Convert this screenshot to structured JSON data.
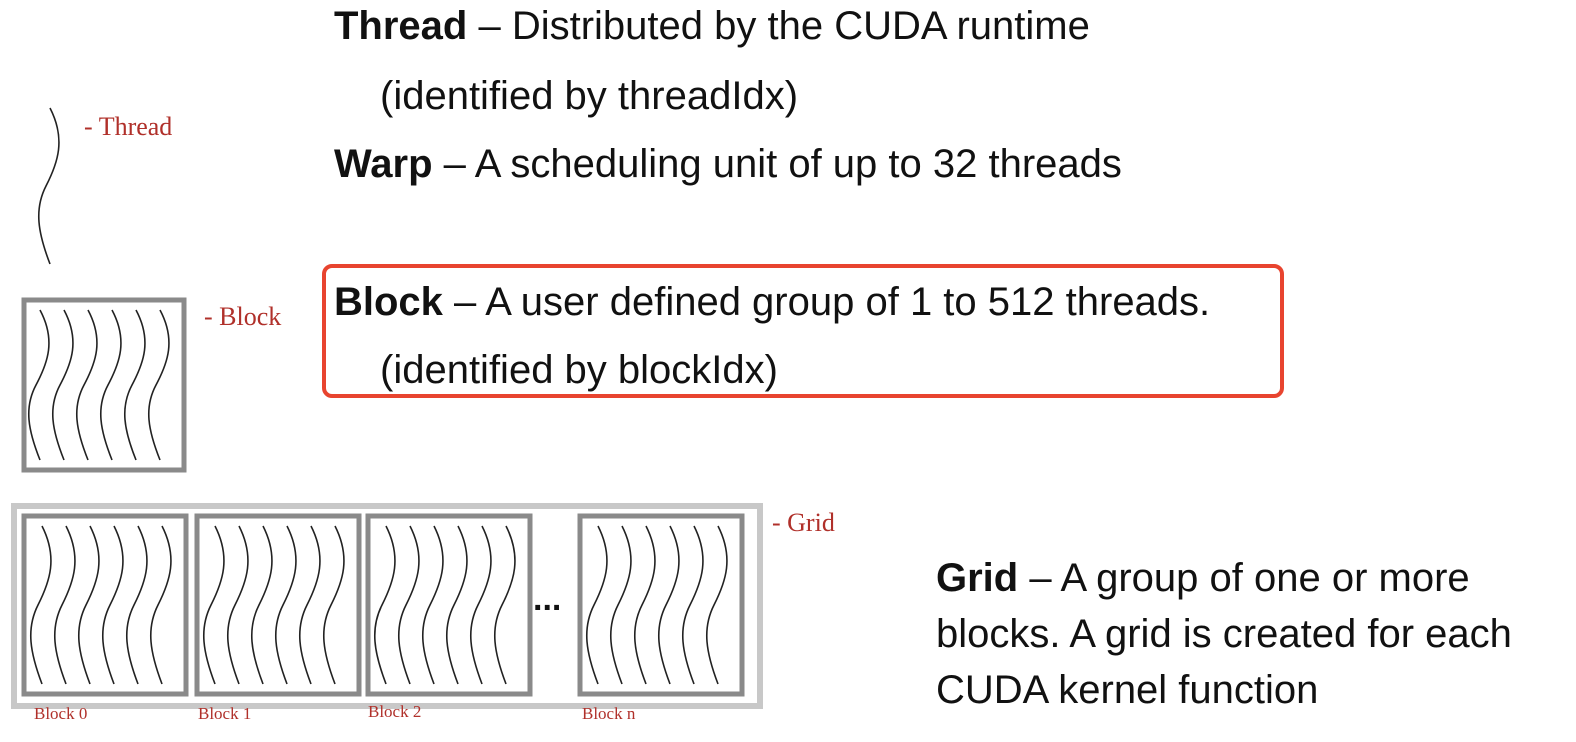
{
  "definitions": {
    "thread": {
      "term": "Thread",
      "text": " – Distributed by the CUDA runtime",
      "sub": "(identified by threadIdx)"
    },
    "warp": {
      "term": "Warp",
      "text": " –  A scheduling unit of up to 32 threads"
    },
    "block": {
      "term": "Block",
      "text": " – A user defined group of 1 to 512 threads.",
      "sub": "(identified by blockIdx)"
    },
    "grid": {
      "term": "Grid",
      "line1": " – A group of one or more",
      "line2": "blocks. A grid is created for each",
      "line3": "CUDA kernel function"
    }
  },
  "diagram": {
    "labels": {
      "thread": "- Thread",
      "block": "- Block",
      "grid": "- Grid"
    },
    "ellipsis": "...",
    "grid_blocks": [
      "Block 0",
      "Block 1",
      "Block 2",
      "Block n"
    ]
  },
  "colors": {
    "label_red": "#b0302a",
    "highlight_border": "#e8442f",
    "frame_gray": "#8a8a8a",
    "outer_frame_gray": "#c8c8c8"
  }
}
